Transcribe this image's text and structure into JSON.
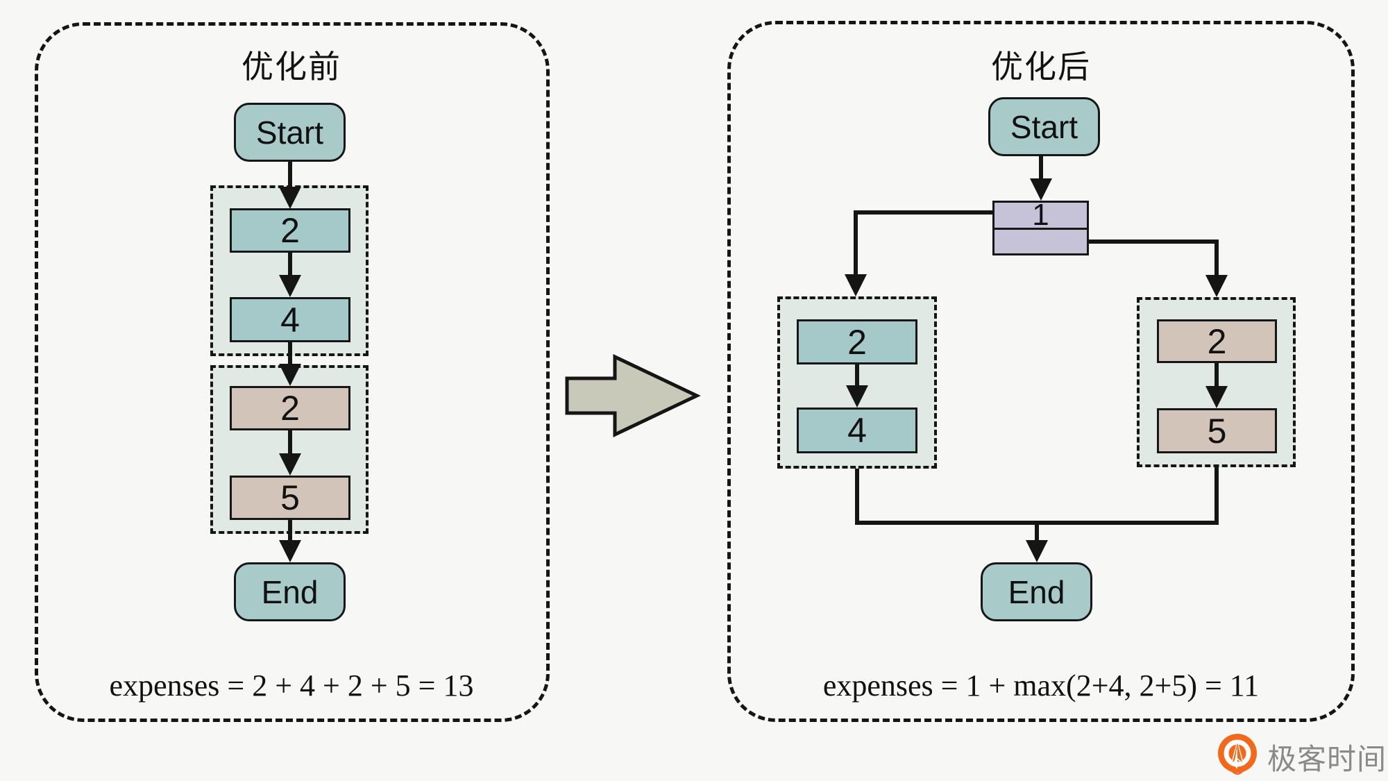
{
  "colors": {
    "background": "#f7f8f5",
    "node_teal": "#a8cbc9",
    "box_teal": "#a5c9c8",
    "box_tan": "#d3c4ba",
    "box_lavender": "#c6c3d8",
    "group_background": "#e0e9e4",
    "block_arrow_fill": "#c8c9b8",
    "line_black": "#151515",
    "logo_orange": "#f2691c",
    "logo_text_gray": "#8a8a8a"
  },
  "before": {
    "title": "优化前",
    "start": "Start",
    "end": "End",
    "group1_boxes": [
      "2",
      "4"
    ],
    "group2_boxes": [
      "2",
      "5"
    ],
    "expenses": "expenses = 2 + 4 + 2 + 5 = 13"
  },
  "after": {
    "title": "优化后",
    "start": "Start",
    "end": "End",
    "fork_box": "1",
    "left_branch_boxes": [
      "2",
      "4"
    ],
    "right_branch_boxes": [
      "2",
      "5"
    ],
    "expenses": "expenses = 1 + max(2+4, 2+5) = 11"
  },
  "footer": {
    "logo_text": "极客时间"
  }
}
